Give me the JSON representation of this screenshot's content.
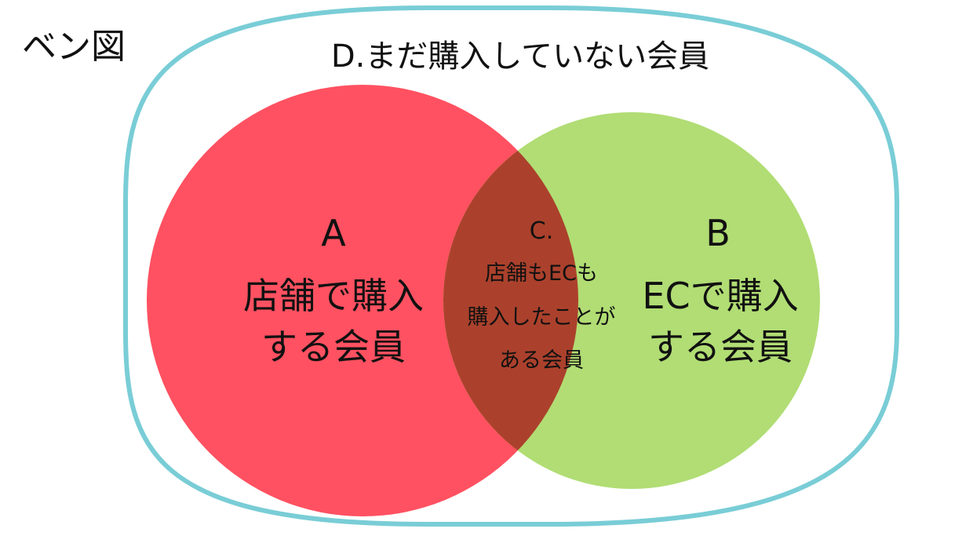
{
  "title": "ベン図",
  "colors": {
    "universe_border": "#79cdd6",
    "set_a_fill": "#ff5161",
    "set_b_fill": "#b1dd74",
    "intersection_fill": "#ab412c",
    "text": "#111111"
  },
  "universe": {
    "label": "D.まだ購入していない会員"
  },
  "set_a": {
    "letter": "A",
    "lines": [
      "店舗で購入",
      "する会員"
    ]
  },
  "set_b": {
    "letter": "B",
    "lines": [
      "ECで購入",
      "する会員"
    ]
  },
  "intersection": {
    "letter": "C.",
    "lines": [
      "店舗もECも",
      "購入したことが",
      "ある会員"
    ]
  }
}
